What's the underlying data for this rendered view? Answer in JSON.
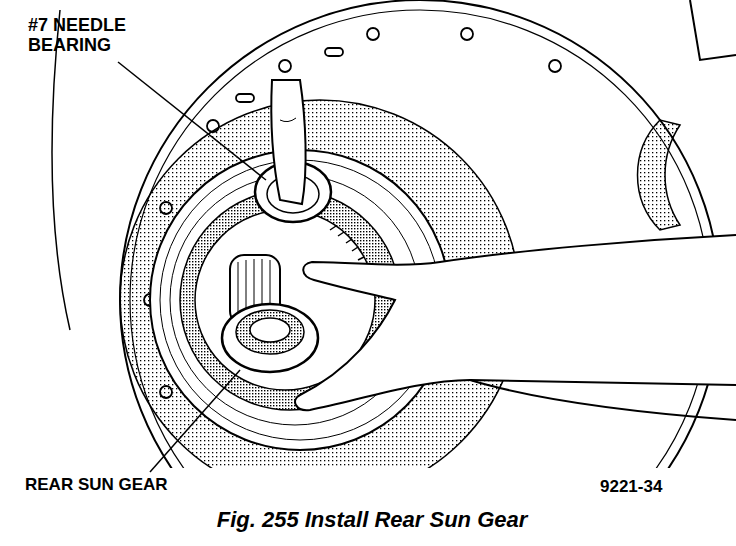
{
  "diagram": {
    "caption": "Fig. 255 Install Rear Sun Gear",
    "labels": [
      "#7 NEEDLE BEARING",
      "REAR SUN GEAR",
      "9221-34"
    ]
  }
}
